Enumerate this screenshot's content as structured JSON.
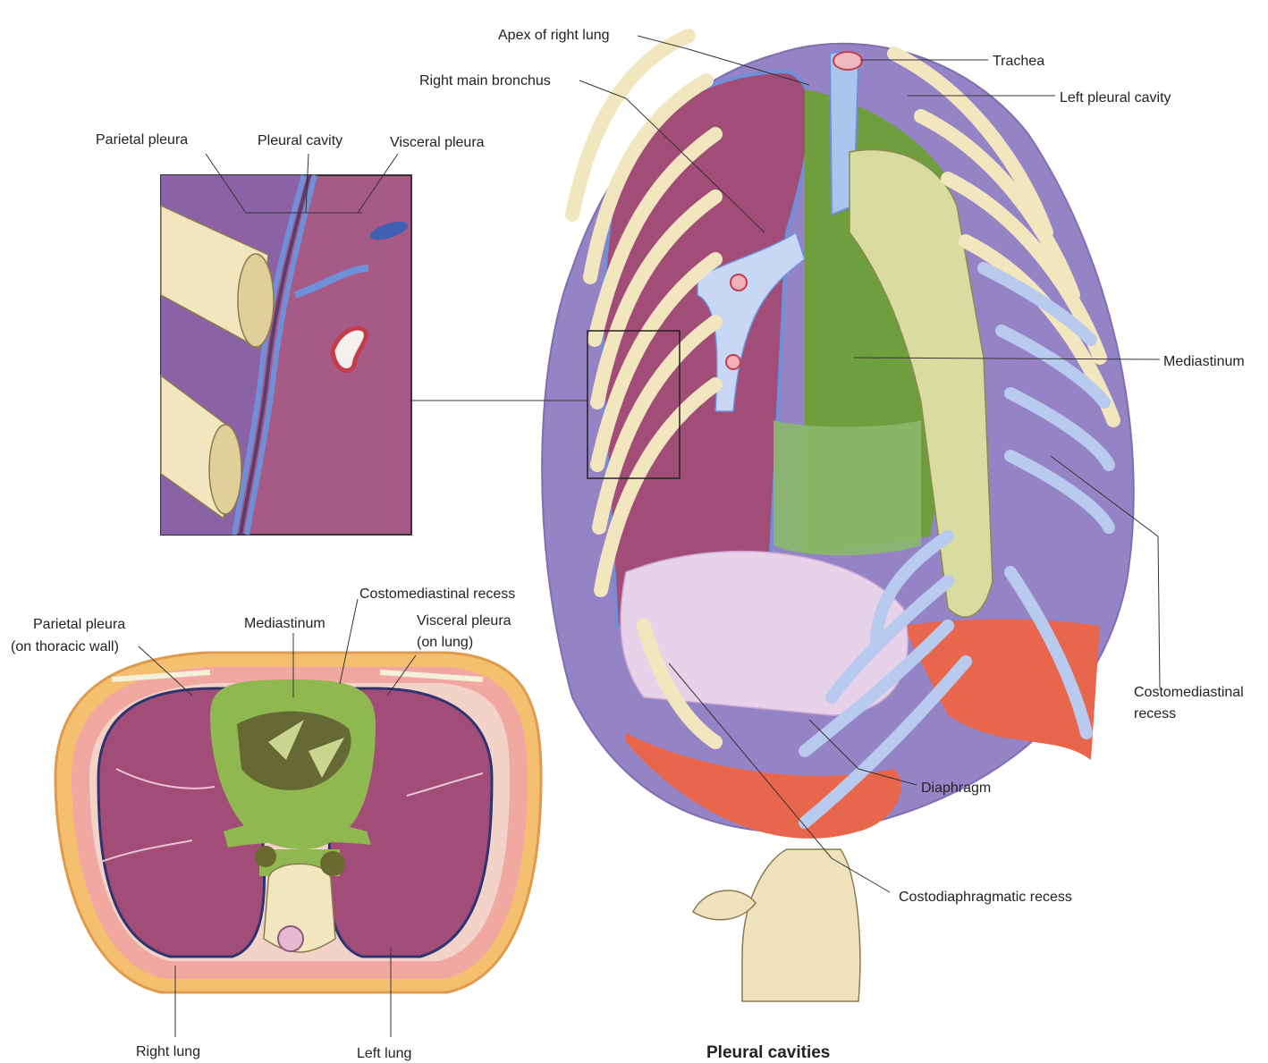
{
  "title": "Pleural cavities",
  "labels": {
    "apex_right_lung": "Apex of right lung",
    "trachea": "Trachea",
    "right_main_bronchus": "Right main bronchus",
    "left_pleural_cavity": "Left pleural cavity",
    "inset_parietal_pleura": "Parietal pleura",
    "inset_pleural_cavity": "Pleural cavity",
    "inset_visceral_pleura": "Visceral pleura",
    "mediastinum": "Mediastinum",
    "costomediastinal_recess_line1": "Costomediastinal",
    "costomediastinal_recess_line2": "recess",
    "diaphragm": "Diaphragm",
    "costodiaphragmatic_recess": "Costodiaphragmatic recess",
    "xs_costomediastinal_recess": "Costomediastinal recess",
    "xs_parietal_pleura_line1": "Parietal pleura",
    "xs_parietal_pleura_line2": "(on thoracic wall)",
    "xs_mediastinum": "Mediastinum",
    "xs_visceral_pleura_line1": "Visceral pleura",
    "xs_visceral_pleura_line2": "(on lung)",
    "right_lung": "Right lung",
    "left_lung": "Left lung"
  },
  "colors": {
    "lung": "#a24c78",
    "pleural_cavity": "#9a84c8",
    "mediastinum": "#7ea24a",
    "bone": "#f2e6bf",
    "cartilage": "#b8cbee",
    "diaphragm_muscle": "#e8664c",
    "pleura_line": "#6f90d8"
  }
}
